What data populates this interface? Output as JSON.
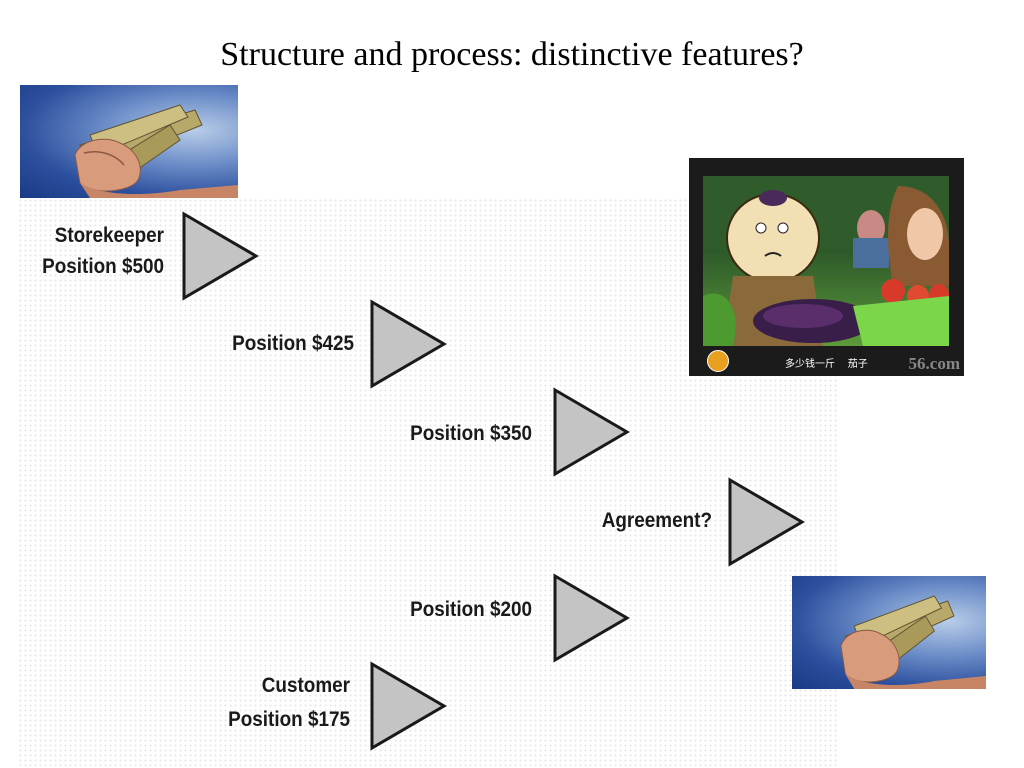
{
  "title": "Structure and process: distinctive features?",
  "steps": [
    {
      "label": "Storekeeper\nPosition $500"
    },
    {
      "label": "Position $425"
    },
    {
      "label": "Position $350"
    },
    {
      "label": "Agreement?"
    },
    {
      "label": "Position $200"
    },
    {
      "label": "Customer\nPosition $175"
    }
  ],
  "images": {
    "money_top": {
      "icon": "hand-holding-money-icon"
    },
    "money_bottom": {
      "icon": "hand-holding-money-icon"
    },
    "cartoon": {
      "caption_left": "多少钱一斤",
      "caption_right": "茄子",
      "watermark": "56.com"
    }
  },
  "colors": {
    "triangle_fill": "#c4c4c4",
    "triangle_stroke": "#1a1a1a",
    "text": "#1a1a1a"
  }
}
